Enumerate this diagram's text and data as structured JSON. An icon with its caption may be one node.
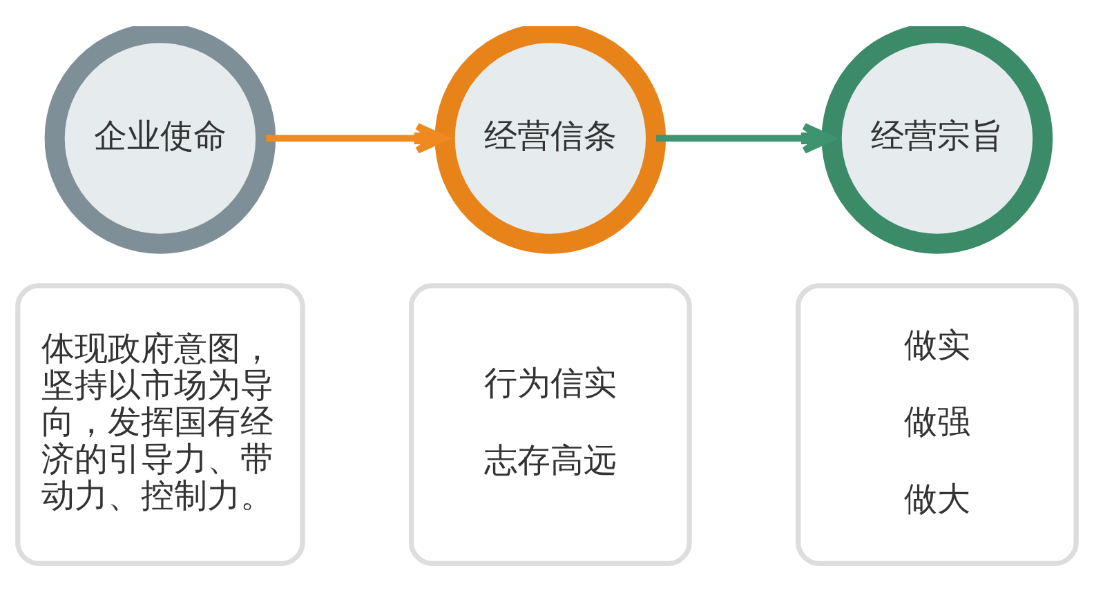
{
  "diagram": {
    "nodes": [
      {
        "text": [
          "企业使命"
        ]
      },
      {
        "text": [
          "经营信条"
        ]
      },
      {
        "text": [
          "经营宗旨"
        ]
      },
      {
        "text": [
          "体现政府意图，坚持以市场为导向，发挥国有经济的引导力、带动力、控制力。"
        ]
      },
      {
        "text": [
          "行为信实",
          "志存高远"
        ]
      },
      {
        "text": [
          "做实",
          "做强",
          "做大"
        ]
      }
    ],
    "edges": [
      {
        "from": 0,
        "to": 1,
        "arrow": "to",
        "color": "#f0891f"
      },
      {
        "from": 1,
        "to": 2,
        "arrow": "to",
        "color": "#3f9470"
      }
    ]
  }
}
